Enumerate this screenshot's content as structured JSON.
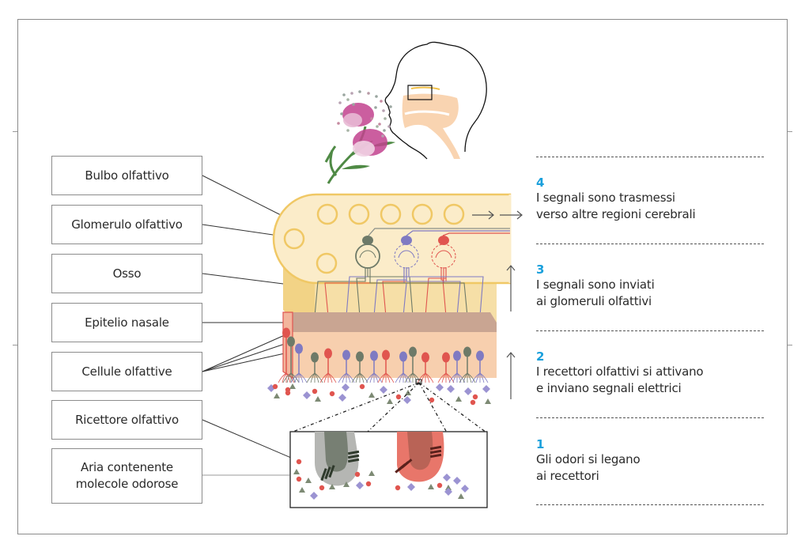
{
  "labels": {
    "bulbo": "Bulbo olfattivo",
    "glomerulo": "Glomerulo olfattivo",
    "osso": "Osso",
    "epitelio": "Epitelio nasale",
    "cellule": "Cellule olfattive",
    "ricettore": "Ricettore olfattivo",
    "aria_line1": "Aria contenente",
    "aria_line2": "molecole odorose"
  },
  "steps": [
    {
      "number": "4",
      "line1": "I segnali sono trasmessi",
      "line2": "verso altre regioni cerebrali"
    },
    {
      "number": "3",
      "line1": "I segnali sono inviati",
      "line2": "ai glomeruli olfattivi"
    },
    {
      "number": "2",
      "line1": "I recettori olfattivi si attivano",
      "line2": "e inviano segnali elettrici"
    },
    {
      "number": "1",
      "line1": "Gli odori si legano",
      "line2": "ai recettori"
    }
  ],
  "colors": {
    "accent_number": "#1aa0dc",
    "bulb_fill": "#fbecc9",
    "bulb_stroke": "#f0c865",
    "bone": "#f2d386",
    "epithelium_top": "#c9a592",
    "epithelium_body": "#f7cfae",
    "red_neuron": "#e0554f",
    "grey_neuron": "#6e7a68",
    "purple_neuron": "#7f7ac2",
    "flower_pink": "#c2428e",
    "stem_green": "#4f8a45"
  },
  "icons": {
    "arrow_right": "arrow-right-icon",
    "arrow_up": "arrow-up-icon"
  }
}
